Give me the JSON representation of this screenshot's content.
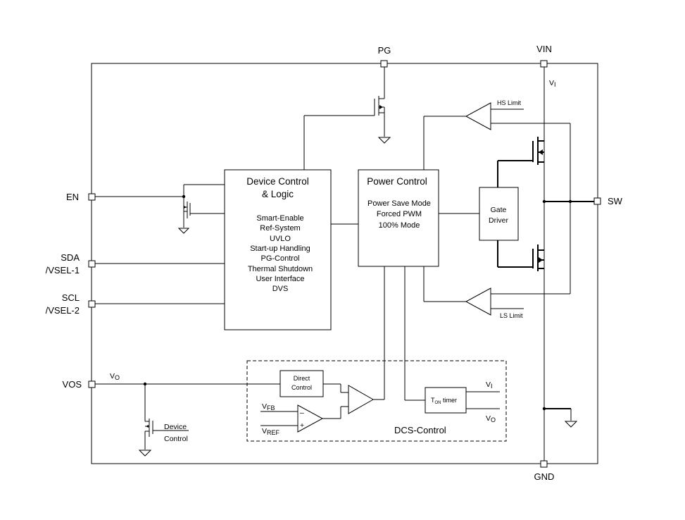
{
  "pins": {
    "pg": "PG",
    "vin": "VIN",
    "en": "EN",
    "sda": "SDA",
    "sda_sub": "/VSEL-1",
    "scl": "SCL",
    "scl_sub": "/VSEL-2",
    "vos": "VOS",
    "sw": "SW",
    "gnd": "GND"
  },
  "device_control": {
    "title_line1": "Device Control",
    "title_line2": "& Logic",
    "items": [
      "Smart-Enable",
      "Ref-System",
      "UVLO",
      "Start-up Handling",
      "PG-Control",
      "Thermal Shutdown",
      "User Interface",
      "DVS"
    ]
  },
  "power_control": {
    "title": "Power Control",
    "items": [
      "Power Save Mode",
      "Forced PWM",
      "100% Mode"
    ]
  },
  "gate_driver": {
    "line1": "Gate",
    "line2": "Driver"
  },
  "limits": {
    "hs": "HS Limit",
    "ls": "LS Limit"
  },
  "dcs": {
    "label": "DCS-Control",
    "direct_line1": "Direct",
    "direct_line2": "Control",
    "ton_main": "T",
    "ton_sub": "ON",
    "ton_rest": " timer",
    "vi_main": "V",
    "vi_sub": "I",
    "vo_main": "V",
    "vo_sub": "O",
    "vfb_main": "V",
    "vfb_sub": "FB",
    "vref_main": "V",
    "vref_sub": "REF",
    "minus": "–",
    "plus": "+"
  },
  "vi_top": {
    "main": "V",
    "sub": "I"
  },
  "vo_left": {
    "main": "V",
    "sub": "O"
  },
  "vos_device": {
    "line1": "Device",
    "line2": "Control"
  }
}
